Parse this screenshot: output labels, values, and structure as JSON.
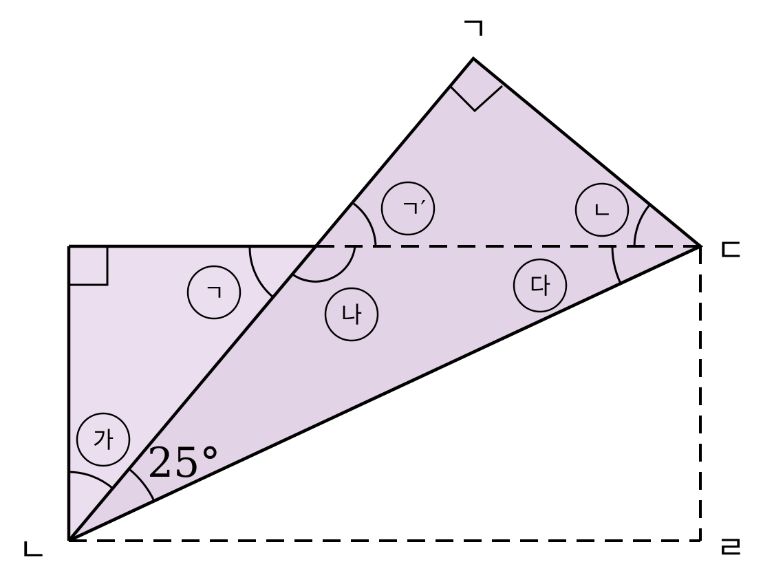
{
  "colors": {
    "fold_fill": "#e2d3e6",
    "rect_fill": "#ebdeee",
    "stroke": "#000000"
  },
  "vertices": {
    "top": "ㄱ",
    "bottom_left": "ㄴ",
    "right": "ㄷ",
    "bottom_right": "ㄹ"
  },
  "angles": {
    "a": "가",
    "b": "나",
    "c": "다",
    "g": "ㄱ",
    "g_prime": "ㄱ′",
    "n": "ㄴ",
    "given": "25°"
  }
}
